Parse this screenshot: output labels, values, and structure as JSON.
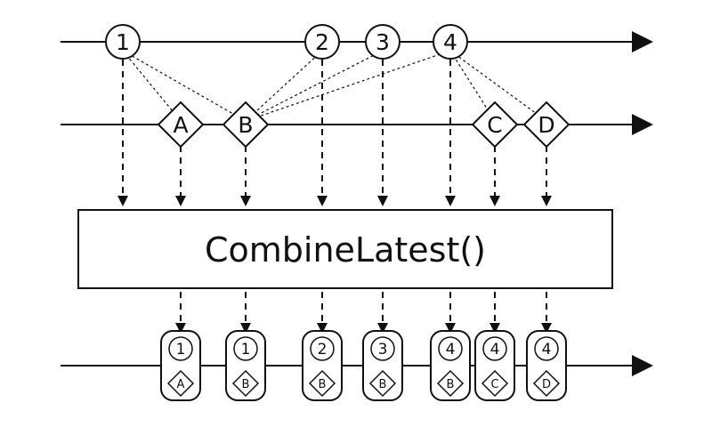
{
  "diagram": {
    "operator_label": "CombineLatest()",
    "colors": {
      "stroke": "#111111",
      "background": "#ffffff"
    },
    "top_stream": {
      "items": [
        {
          "id": "t1",
          "label": "1"
        },
        {
          "id": "t2",
          "label": "2"
        },
        {
          "id": "t3",
          "label": "3"
        },
        {
          "id": "t4",
          "label": "4"
        }
      ]
    },
    "middle_stream": {
      "items": [
        {
          "id": "mA",
          "label": "A"
        },
        {
          "id": "mB",
          "label": "B"
        },
        {
          "id": "mC",
          "label": "C"
        },
        {
          "id": "mD",
          "label": "D"
        }
      ]
    },
    "output_stream": {
      "items": [
        {
          "id": "o1",
          "top": "1",
          "bottom": "A"
        },
        {
          "id": "o2",
          "top": "1",
          "bottom": "B"
        },
        {
          "id": "o3",
          "top": "2",
          "bottom": "B"
        },
        {
          "id": "o4",
          "top": "3",
          "bottom": "B"
        },
        {
          "id": "o5",
          "top": "4",
          "bottom": "B"
        },
        {
          "id": "o6",
          "top": "4",
          "bottom": "C"
        },
        {
          "id": "o7",
          "top": "4",
          "bottom": "D"
        }
      ]
    },
    "combinations": [
      {
        "from": "t1",
        "to": "mA"
      },
      {
        "from": "t1",
        "to": "mB"
      },
      {
        "from": "t2",
        "to": "mB"
      },
      {
        "from": "t3",
        "to": "mB"
      },
      {
        "from": "t4",
        "to": "mB"
      },
      {
        "from": "t4",
        "to": "mC"
      },
      {
        "from": "t4",
        "to": "mD"
      }
    ]
  }
}
